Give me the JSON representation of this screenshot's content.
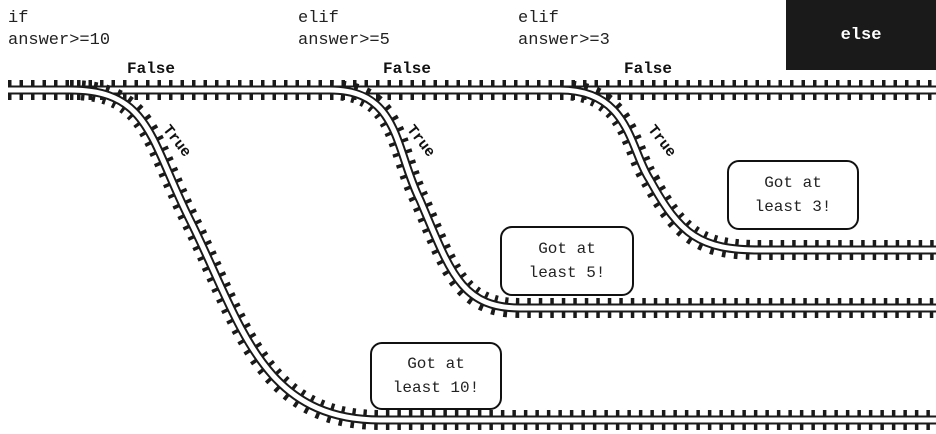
{
  "conditions": [
    {
      "keyword": "if",
      "expr": "answer>=10"
    },
    {
      "keyword": "elif",
      "expr": "answer>=5"
    },
    {
      "keyword": "elif",
      "expr": "answer>=3"
    }
  ],
  "else_label": "else",
  "false_label": "False",
  "true_label": "True",
  "bubbles": [
    {
      "line1": "Got at",
      "line2": "least 3!"
    },
    {
      "line1": "Got at",
      "line2": "least 5!"
    },
    {
      "line1": "Got at",
      "line2": "least 10!"
    }
  ]
}
